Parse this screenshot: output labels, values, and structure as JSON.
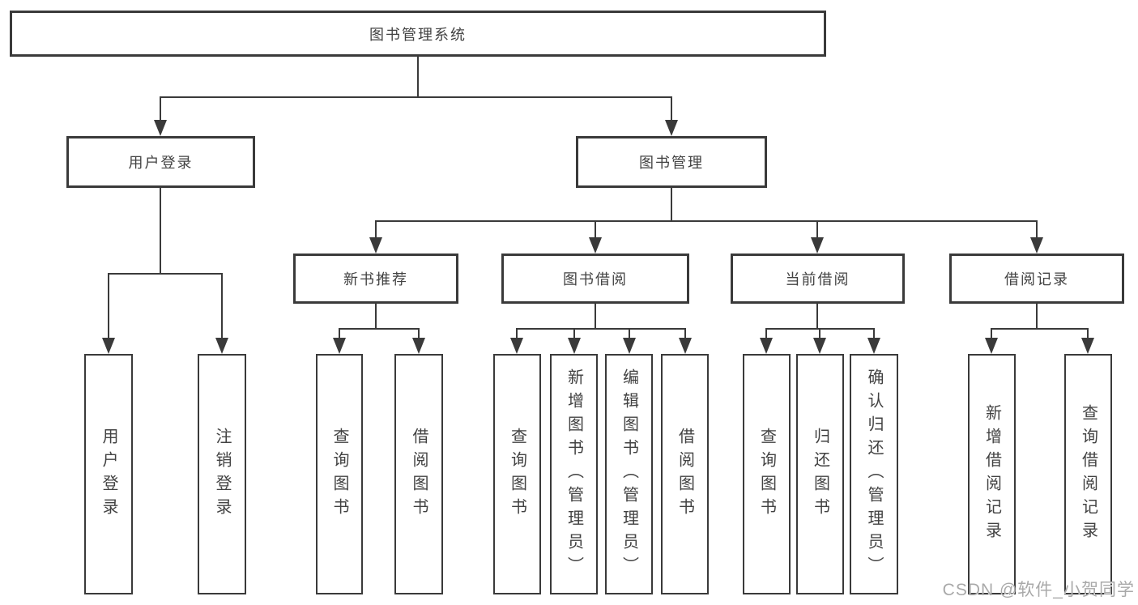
{
  "diagram": {
    "root": {
      "label": "图书管理系统"
    },
    "branches": [
      {
        "label": "用户登录",
        "children": [
          "用户登录",
          "注销登录"
        ]
      },
      {
        "label": "图书管理",
        "sections": [
          {
            "label": "新书推荐",
            "children": [
              "查询图书",
              "借阅图书"
            ]
          },
          {
            "label": "图书借阅",
            "children": [
              "查询图书",
              "新增图书（管理员）",
              "编辑图书（管理员）",
              "借阅图书"
            ]
          },
          {
            "label": "当前借阅",
            "children": [
              "查询图书",
              "归还图书",
              "确认归还（管理员）"
            ]
          },
          {
            "label": "借阅记录",
            "children": [
              "新增借阅记录",
              "查询借阅记录"
            ]
          }
        ]
      }
    ]
  },
  "colors": {
    "line": "#3a3a3a",
    "text": "#424242",
    "watermark": "#a9a9a9"
  },
  "watermark": {
    "text": "CSDN @软件_小贺同学"
  }
}
